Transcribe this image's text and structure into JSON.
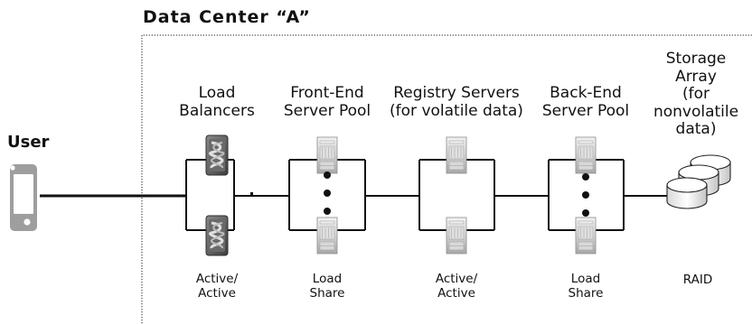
{
  "title": "Data Center “A”",
  "user_label": "User",
  "headers": {
    "load_balancers": [
      "Load",
      "Balancers"
    ],
    "front_end": [
      "Front-End",
      "Server Pool"
    ],
    "registry": [
      "Registry Servers",
      "(for volatile data)"
    ],
    "back_end": [
      "Back-End",
      "Server Pool"
    ],
    "storage": [
      "Storage",
      "Array",
      "(for",
      "nonvolatile",
      "data)"
    ]
  },
  "footers": {
    "load_balancers": [
      "Active/",
      "Active"
    ],
    "front_end": [
      "Load",
      "Share"
    ],
    "registry": [
      "Active/",
      "Active"
    ],
    "back_end": [
      "Load",
      "Share"
    ],
    "storage": [
      "RAID"
    ]
  },
  "icons": {
    "phone": "smartphone-icon",
    "load_balancer": "load-balancer-icon",
    "server": "server-rack-icon",
    "storage": "disk-storage-icon"
  },
  "colors": {
    "line": "#111111",
    "border": "#555555",
    "device": "#9a9a9a",
    "lb_dark": "#5a5a5a",
    "lb_light": "#cfcfcf"
  }
}
